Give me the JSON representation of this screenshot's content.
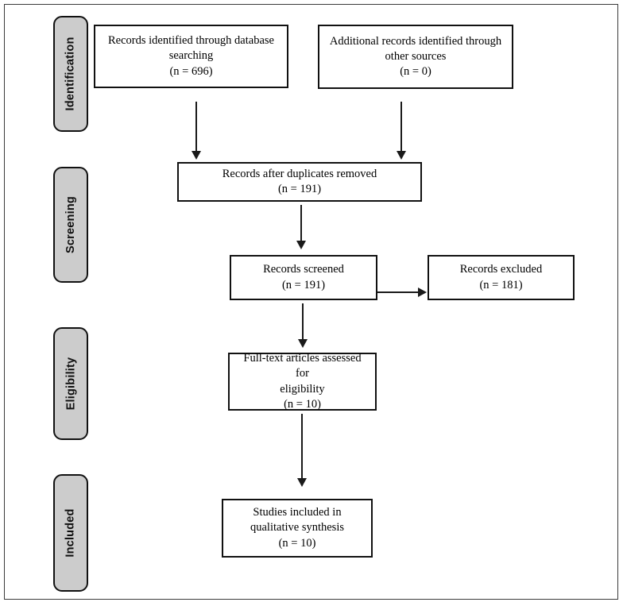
{
  "diagram": {
    "type": "prisma-flow-diagram",
    "stages": [
      {
        "id": "identification",
        "label": "Identification"
      },
      {
        "id": "screening",
        "label": "Screening"
      },
      {
        "id": "eligibility",
        "label": "Eligibility"
      },
      {
        "id": "included",
        "label": "Included"
      }
    ],
    "boxes": [
      {
        "id": "records-identified-database",
        "stage": "identification",
        "text": "Records identified through database\nsearching\n(n = 696)",
        "count": 696
      },
      {
        "id": "additional-records-other-sources",
        "stage": "identification",
        "text": "Additional records identified through\nother sources\n(n = 0)",
        "count": 0
      },
      {
        "id": "records-after-duplicates-removed",
        "stage": "screening",
        "text": "Records after duplicates removed\n(n = 191)",
        "count": 191
      },
      {
        "id": "records-screened",
        "stage": "screening",
        "text": "Records screened\n(n = 191)",
        "count": 191
      },
      {
        "id": "records-excluded",
        "stage": "screening",
        "text": "Records excluded\n(n = 181)",
        "count": 181
      },
      {
        "id": "full-text-articles-assessed",
        "stage": "eligibility",
        "text": "Full-text articles assessed for\neligibility\n(n = 10)",
        "count": 10
      },
      {
        "id": "studies-included-qualitative",
        "stage": "included",
        "text": "Studies included in\nqualitative synthesis\n(n = 10)",
        "count": 10
      }
    ],
    "connectors": [
      {
        "id": "identified-to-duplicates",
        "direction": "down"
      },
      {
        "id": "additional-to-duplicates",
        "direction": "down"
      },
      {
        "id": "duplicates-to-screened",
        "direction": "down"
      },
      {
        "id": "screened-to-excluded",
        "direction": "right"
      },
      {
        "id": "screened-to-fulltext",
        "direction": "down"
      },
      {
        "id": "fulltext-to-included",
        "direction": "down"
      }
    ],
    "colors": {
      "stage_fill": "#cccccc",
      "stage_border": "#111111",
      "box_fill": "#ffffff",
      "box_border": "#111111",
      "arrow": "#1a1a1a",
      "frame_border": "#3a3a3a"
    }
  }
}
